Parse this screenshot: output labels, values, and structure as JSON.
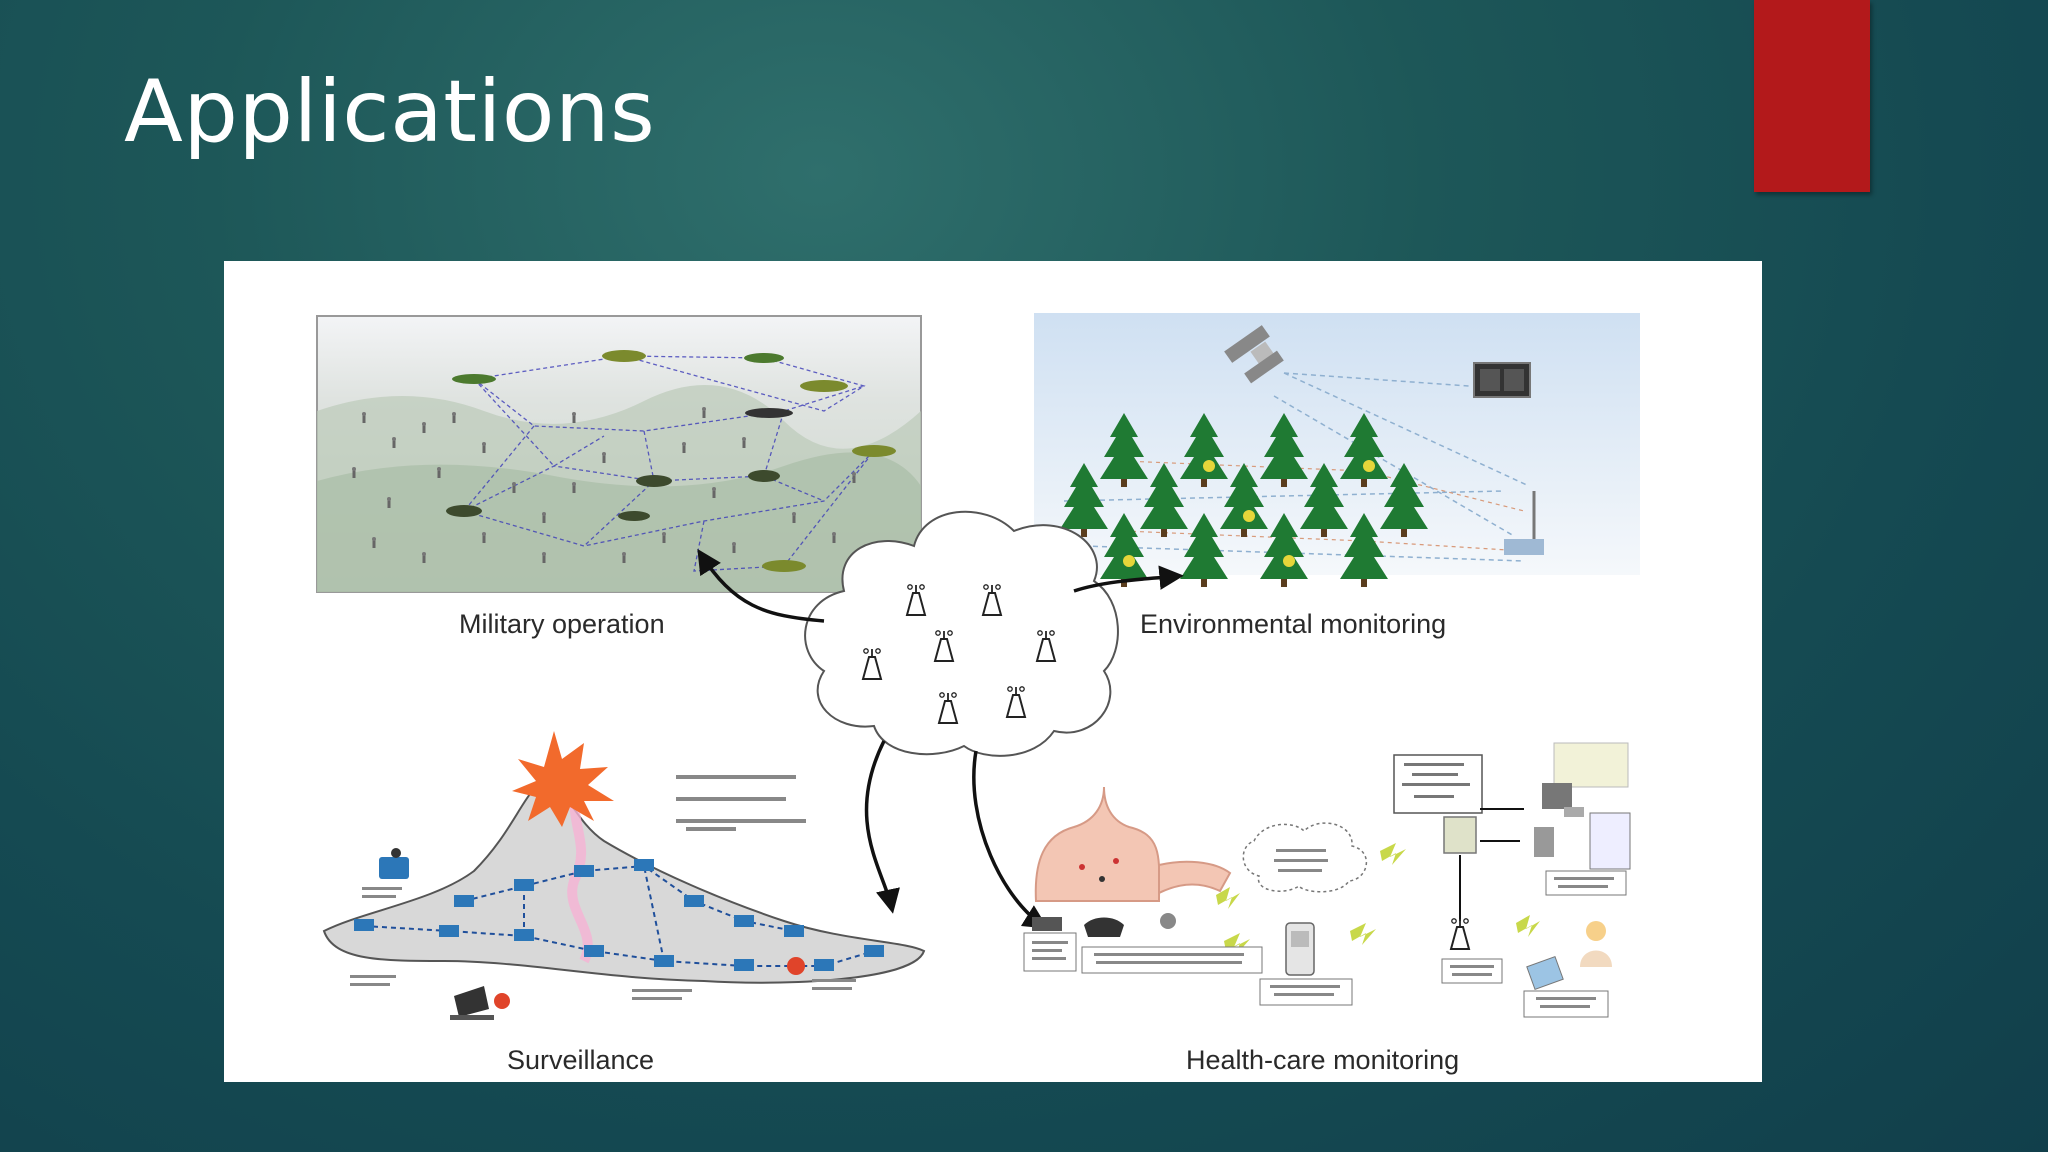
{
  "slide": {
    "title": "Applications",
    "accent_color": "#b3191b",
    "background_color": "#1d5758"
  },
  "diagram": {
    "center": "sensor-network-cloud",
    "panels": [
      {
        "id": "military",
        "caption": "Military operation"
      },
      {
        "id": "environment",
        "caption": "Environmental monitoring"
      },
      {
        "id": "surveillance",
        "caption": "Surveillance"
      },
      {
        "id": "health",
        "caption": "Health-care monitoring"
      }
    ]
  }
}
